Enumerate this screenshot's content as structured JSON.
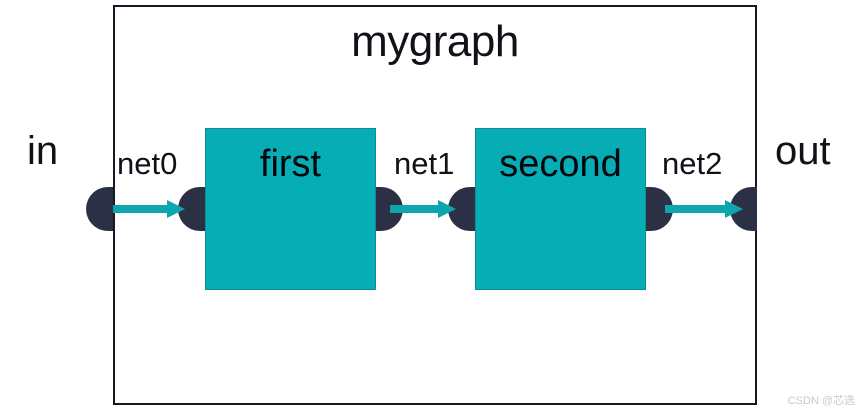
{
  "diagram": {
    "title": "mygraph",
    "external_ports": [
      {
        "name": "in",
        "label": "in",
        "side": "left"
      },
      {
        "name": "out",
        "label": "out",
        "side": "right"
      }
    ],
    "nodes": [
      {
        "id": "first",
        "label": "first"
      },
      {
        "id": "second",
        "label": "second"
      }
    ],
    "nets": [
      {
        "id": "net0",
        "label": "net0",
        "from": "in",
        "to": "first"
      },
      {
        "id": "net1",
        "label": "net1",
        "from": "first",
        "to": "second"
      },
      {
        "id": "net2",
        "label": "net2",
        "from": "second",
        "to": "out"
      }
    ],
    "colors": {
      "node_fill": "#06ADB4",
      "node_border": "#0C8E95",
      "port_fill": "#2B3045",
      "arrow": "#0DA6AE",
      "frame": "#181824",
      "text": "#111118",
      "background": "#ffffff"
    }
  },
  "watermark": {
    "text": "CSDN @芯选"
  }
}
